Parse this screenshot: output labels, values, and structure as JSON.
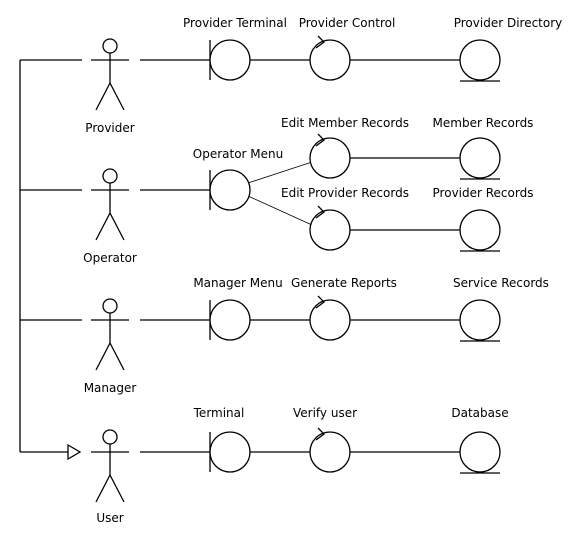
{
  "actors": {
    "provider": "Provider",
    "operator": "Operator",
    "manager": "Manager",
    "user": "User"
  },
  "boundaries": {
    "provider_terminal": "Provider Terminal",
    "operator_menu": "Operator Menu",
    "manager_menu": "Manager Menu",
    "terminal": "Terminal"
  },
  "controls": {
    "provider_control": "Provider Control",
    "edit_member_records": "Edit Member Records",
    "edit_provider_records": "Edit Provider Records",
    "generate_reports": "Generate Reports",
    "verify_user": "Verify user"
  },
  "entities": {
    "provider_directory": "Provider Directory",
    "member_records": "Member Records",
    "provider_records": "Provider Records",
    "service_records": "Service Records",
    "database": "Database"
  }
}
